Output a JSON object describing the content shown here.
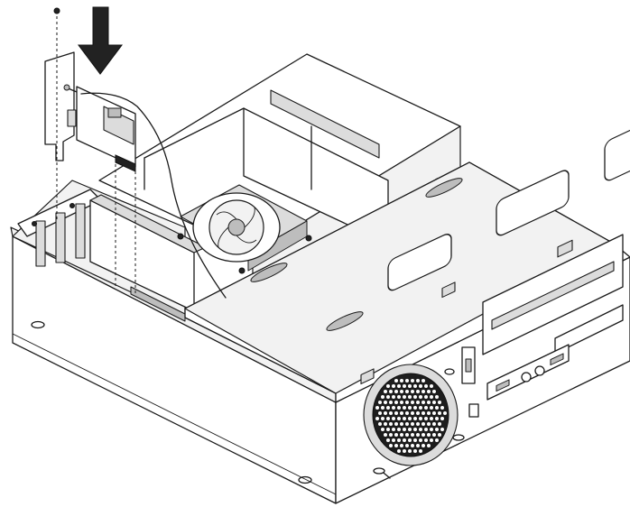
{
  "figure": {
    "kind": "technical-line-drawing",
    "subject": "pci-card-installation-into-desktop-chassis",
    "arrow_direction": "down",
    "colors": {
      "line": "#1a1a1a",
      "background": "#ffffff",
      "shade_light": "#f2f2f2",
      "shade_mid": "#dcdcdc",
      "shade_dark": "#bdbdbd"
    }
  }
}
